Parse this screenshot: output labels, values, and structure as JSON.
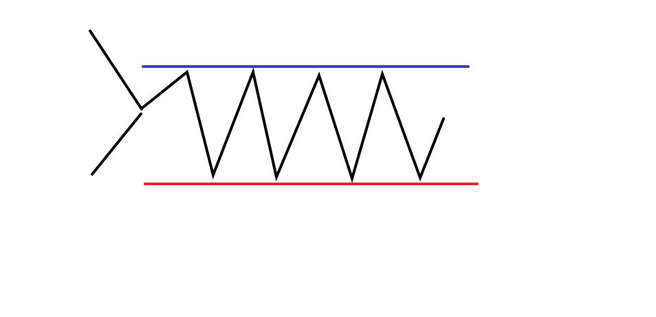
{
  "diagram": {
    "background_color": "#ffffff",
    "resistance_line": {
      "color": "#4040b0",
      "role": "upper horizontal boundary"
    },
    "support_line": {
      "color": "#e0282e",
      "role": "lower horizontal boundary"
    },
    "price_path": {
      "color": "#000000",
      "entry_strokes": 2,
      "swing_highs": 4,
      "swing_lows": 4
    }
  }
}
